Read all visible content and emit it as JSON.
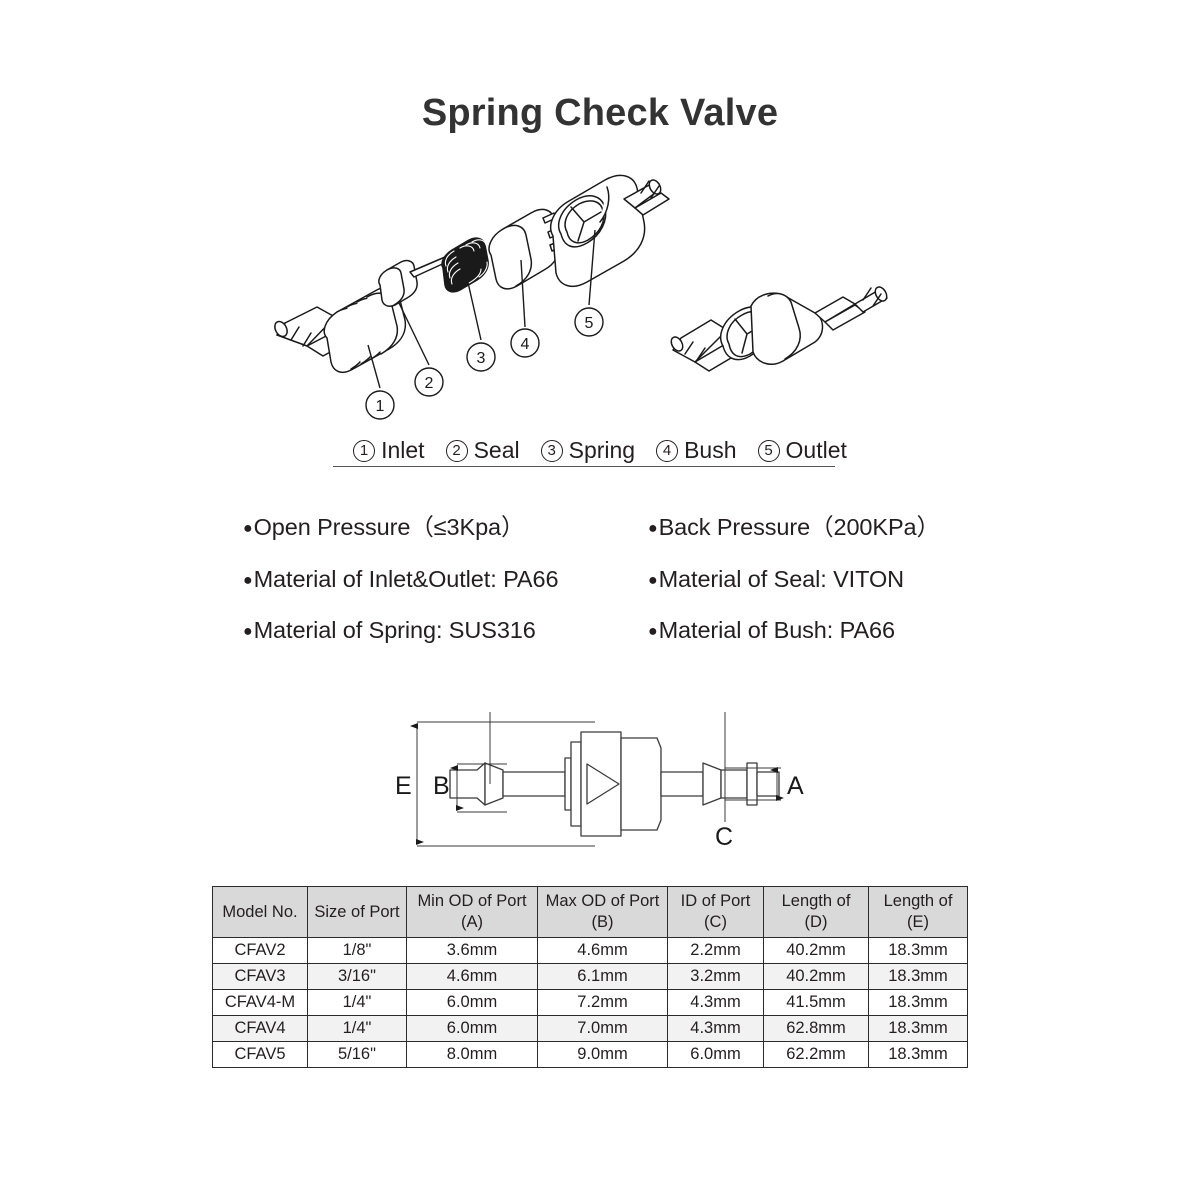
{
  "title": "Spring Check Valve",
  "legend": {
    "items": [
      {
        "num": "1",
        "label": "Inlet"
      },
      {
        "num": "2",
        "label": "Seal"
      },
      {
        "num": "3",
        "label": "Spring"
      },
      {
        "num": "4",
        "label": "Bush"
      },
      {
        "num": "5",
        "label": "Outlet"
      }
    ]
  },
  "callouts": [
    {
      "num": "1"
    },
    {
      "num": "2"
    },
    {
      "num": "3"
    },
    {
      "num": "4"
    },
    {
      "num": "5"
    }
  ],
  "specs": {
    "bullet": "●",
    "items": [
      "Open Pressure（≤3Kpa）",
      "Back Pressure（200KPa）",
      "Material of Inlet&Outlet: PA66",
      "Material of Seal: VITON",
      "Material of Spring: SUS316",
      "Material of Bush: PA66"
    ]
  },
  "dimension_labels": {
    "e": "E",
    "b": "B",
    "a": "A",
    "c": "C"
  },
  "table": {
    "headers": [
      {
        "line1": "Model No.",
        "line2": ""
      },
      {
        "line1": "Size of Port",
        "line2": ""
      },
      {
        "line1": "Min OD of Port",
        "line2": "(A)"
      },
      {
        "line1": "Max OD of Port",
        "line2": "(B)"
      },
      {
        "line1": "ID of Port",
        "line2": "(C)"
      },
      {
        "line1": "Length of",
        "line2": "(D)"
      },
      {
        "line1": "Length of",
        "line2": "(E)"
      }
    ],
    "rows": [
      {
        "model": "CFAV2",
        "size": "1/8\"",
        "a": "3.6mm",
        "b": "4.6mm",
        "c": "2.2mm",
        "d": "40.2mm",
        "e": "18.3mm"
      },
      {
        "model": "CFAV3",
        "size": "3/16\"",
        "a": "4.6mm",
        "b": "6.1mm",
        "c": "3.2mm",
        "d": "40.2mm",
        "e": "18.3mm"
      },
      {
        "model": "CFAV4-M",
        "size": "1/4\"",
        "a": "6.0mm",
        "b": "7.2mm",
        "c": "4.3mm",
        "d": "41.5mm",
        "e": "18.3mm"
      },
      {
        "model": "CFAV4",
        "size": "1/4\"",
        "a": "6.0mm",
        "b": "7.0mm",
        "c": "4.3mm",
        "d": "62.8mm",
        "e": "18.3mm"
      },
      {
        "model": "CFAV5",
        "size": "5/16\"",
        "a": "8.0mm",
        "b": "9.0mm",
        "c": "6.0mm",
        "d": "62.2mm",
        "e": "18.3mm"
      }
    ]
  },
  "colors": {
    "text": "#231f20",
    "title": "#333333",
    "line": "#2b2b2b",
    "header_fill": "#d9d9d9",
    "alt_row_fill": "#f2f2f2"
  }
}
